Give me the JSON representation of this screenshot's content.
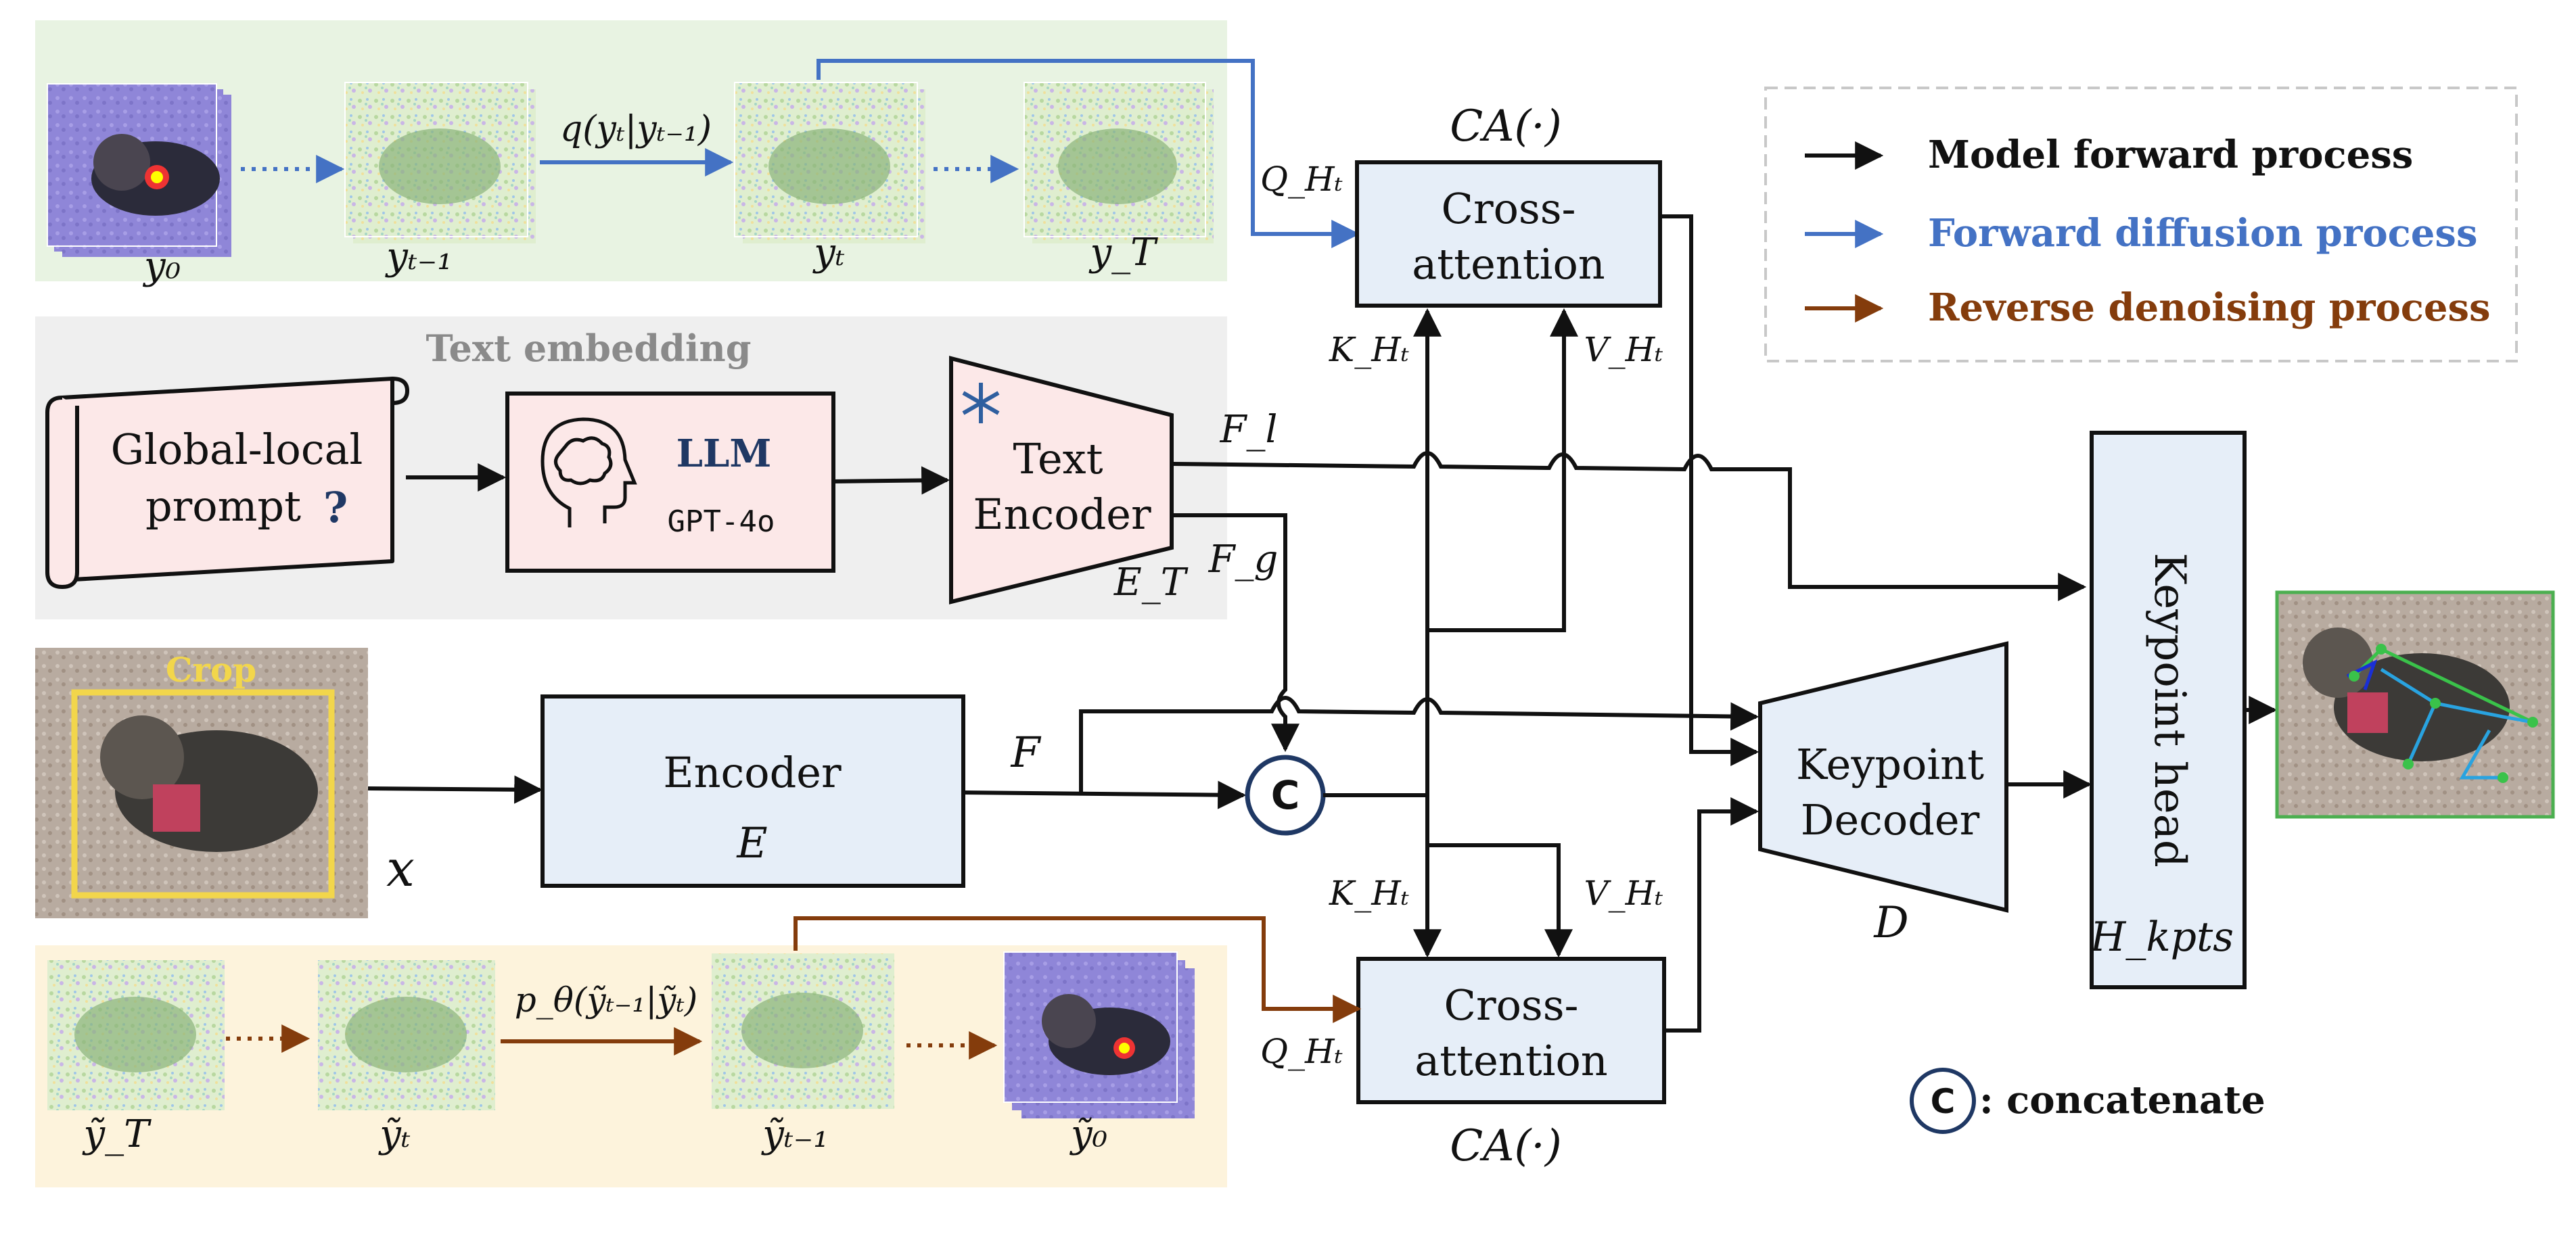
{
  "colors": {
    "black": "#111111",
    "blue": "#4472c4",
    "brown": "#843c0c",
    "green_panel": "#e8f3e2",
    "gray_panel": "#efefef",
    "yellow_panel": "#fdf3dc",
    "pink_box": "#fce8e8",
    "blue_box": "#e6eef8",
    "llm_navy": "#1f3864",
    "gray_label": "#8a8a8a",
    "crop_yellow": "#f2d64b"
  },
  "forward_diffusion": {
    "y0": "y₀",
    "yt_minus_1": "yₜ₋₁",
    "yt": "yₜ",
    "yT": "y_T",
    "q_label": "q(yₜ|yₜ₋₁)"
  },
  "text_embedding": {
    "panel_title": "Text embedding",
    "prompt_line1": "Global-local",
    "prompt_line2": "prompt",
    "prompt_q": "?",
    "llm_label": "LLM",
    "gpt_label": "GPT-4o",
    "text_encoder_line1": "Text",
    "text_encoder_line2": "Encoder",
    "snowflake_icon": "snowflake-icon",
    "brain_icon": "brain-head-icon",
    "ET": "E_T"
  },
  "image_branch": {
    "crop_label": "Crop",
    "x_label": "x",
    "encoder_line1": "Encoder",
    "encoder_line2": "E",
    "F_label": "F",
    "concat_symbol": "C"
  },
  "reverse_denoising": {
    "yT": "ỹ_T",
    "yt": "ỹₜ",
    "yt_minus_1": "ỹₜ₋₁",
    "y0": "ỹ₀",
    "p_label": "p_θ(ỹₜ₋₁|ỹₜ)"
  },
  "cross_attention": {
    "top_title": "CA(·)",
    "bottom_title": "CA(·)",
    "box_line1": "Cross-",
    "box_line2": "attention",
    "Q": "Q_Hₜ",
    "K": "K_Hₜ",
    "V": "V_Hₜ"
  },
  "features": {
    "Fl": "F_l",
    "Fg": "F_g"
  },
  "decoder": {
    "line1": "Keypoint",
    "line2": "Decoder",
    "symbol": "D"
  },
  "keypoint_head": {
    "label": "Keypoint head",
    "symbol": "H_kpts"
  },
  "legend": {
    "items": [
      {
        "label": "Model forward process",
        "color": "#111111"
      },
      {
        "label": "Forward diffusion process",
        "color": "#4472c4"
      },
      {
        "label": "Reverse denoising process",
        "color": "#843c0c"
      }
    ],
    "concat_note": ": concatenate",
    "concat_symbol": "C"
  }
}
